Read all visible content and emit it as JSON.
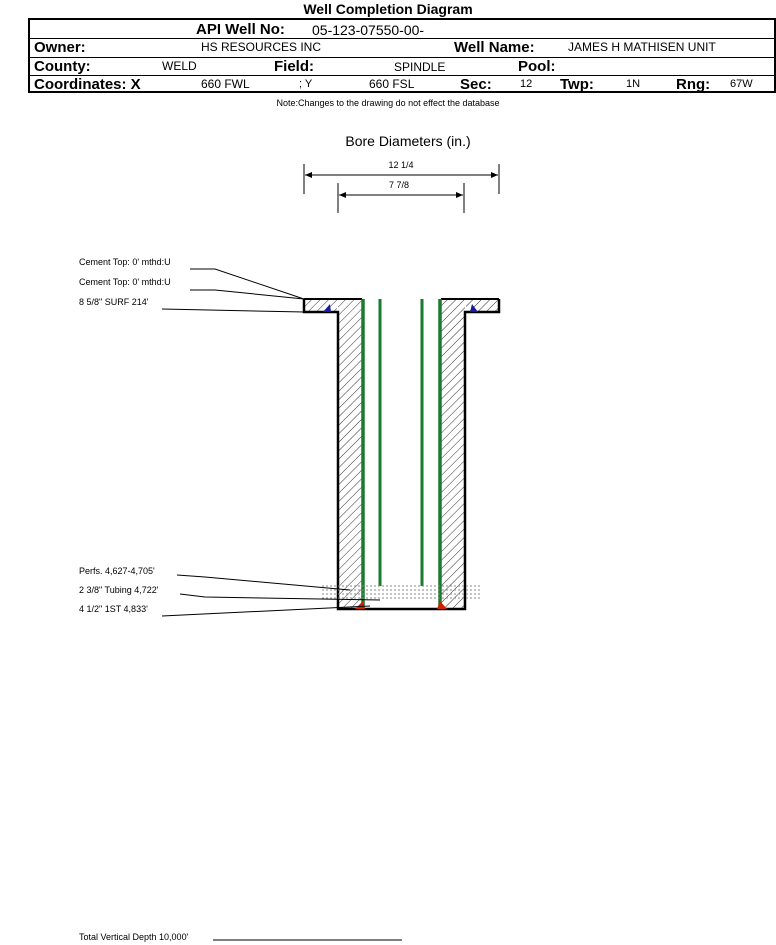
{
  "title": "Well Completion Diagram",
  "header": {
    "api_label": "API Well No:",
    "api_value": "05-123-07550-00-",
    "owner_label": "Owner:",
    "owner_value": "HS RESOURCES INC",
    "well_name_label": "Well Name:",
    "well_name_value": "JAMES H MATHISEN UNIT",
    "county_label": "County:",
    "county_value": "WELD",
    "field_label": "Field:",
    "field_value": "SPINDLE",
    "pool_label": "Pool:",
    "pool_value": "",
    "coord_label": "Coordinates: X",
    "coord_x_value": "660 FWL",
    "coord_y_value": "; Y",
    "coord_fsl_value": "660 FSL",
    "sec_label": "Sec:",
    "sec_value": "12",
    "twp_label": "Twp:",
    "twp_value": "1N",
    "rng_label": "Rng:",
    "rng_value": "67W"
  },
  "note": "Note:Changes to the drawing do not effect the database",
  "bore": {
    "title": "Bore Diameters (in.)",
    "outer": "12 1/4",
    "inner": "7 7/8"
  },
  "callouts": {
    "cement_top_1": "Cement Top: 0' mthd:U",
    "cement_top_2": "Cement Top: 0' mthd:U",
    "surface": "8 5/8\" SURF 214'",
    "perfs": "Perfs. 4,627-4,705'",
    "tubing": "2 3/8\" Tubing 4,722'",
    "production": "4 1/2\" 1ST 4,833'",
    "tvd": "Total Vertical Depth 10,000'"
  },
  "colors": {
    "casing": "#1a7a2e",
    "cement_marker_blue": "#1a1aa0",
    "cement_marker_red": "#cc2200"
  }
}
